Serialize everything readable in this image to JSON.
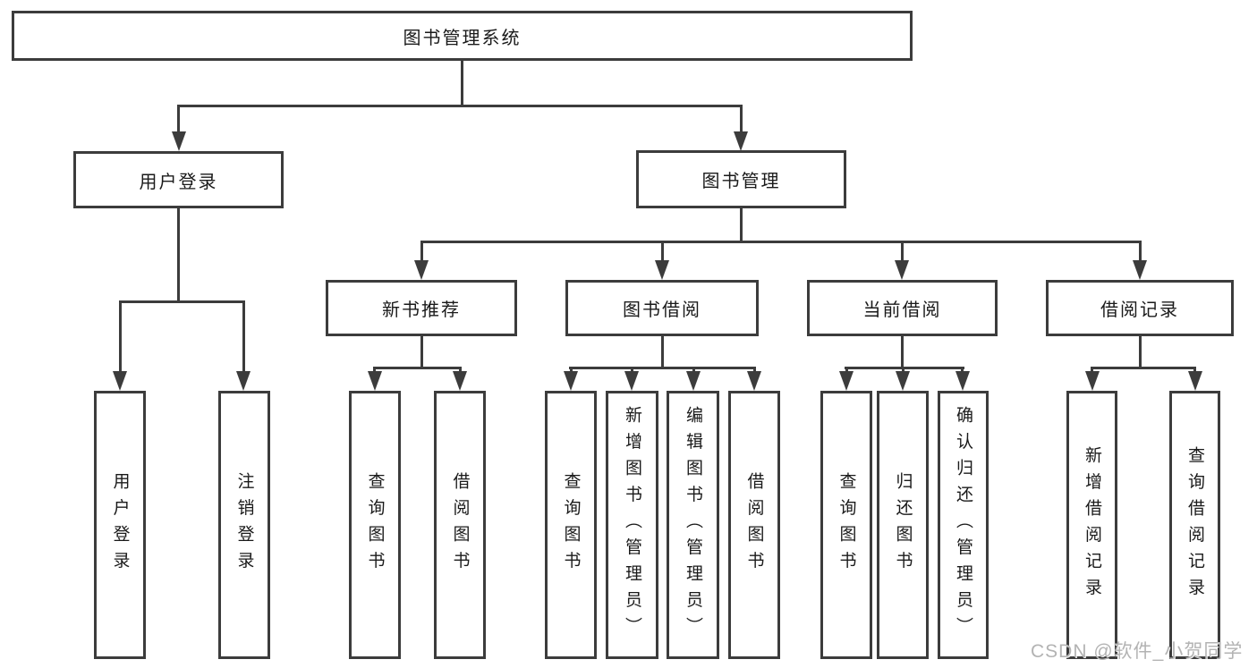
{
  "diagram": {
    "root": {
      "label": "图书管理系统"
    },
    "level2": [
      {
        "label": "用户登录"
      },
      {
        "label": "图书管理"
      }
    ],
    "level3": [
      {
        "label": "新书推荐"
      },
      {
        "label": "图书借阅"
      },
      {
        "label": "当前借阅"
      },
      {
        "label": "借阅记录"
      }
    ],
    "leaves": {
      "user_login": [
        "用户登录",
        "注销登录"
      ],
      "new_books": [
        "查询图书",
        "借阅图书"
      ],
      "book_borrow": [
        "查询图书",
        "新增图书（管理员）",
        "编辑图书（管理员）",
        "借阅图书"
      ],
      "current_borrow": [
        "查询图书",
        "归还图书",
        "确认归还（管理员）"
      ],
      "borrow_records": [
        "新增借阅记录",
        "查询借阅记录"
      ]
    }
  },
  "watermark": "CSDN @软件_小贺同学",
  "colors": {
    "line": "#3c3c3c",
    "text": "#1a1a1a",
    "watermark": "#b3b3b3",
    "background": "#ffffff"
  }
}
